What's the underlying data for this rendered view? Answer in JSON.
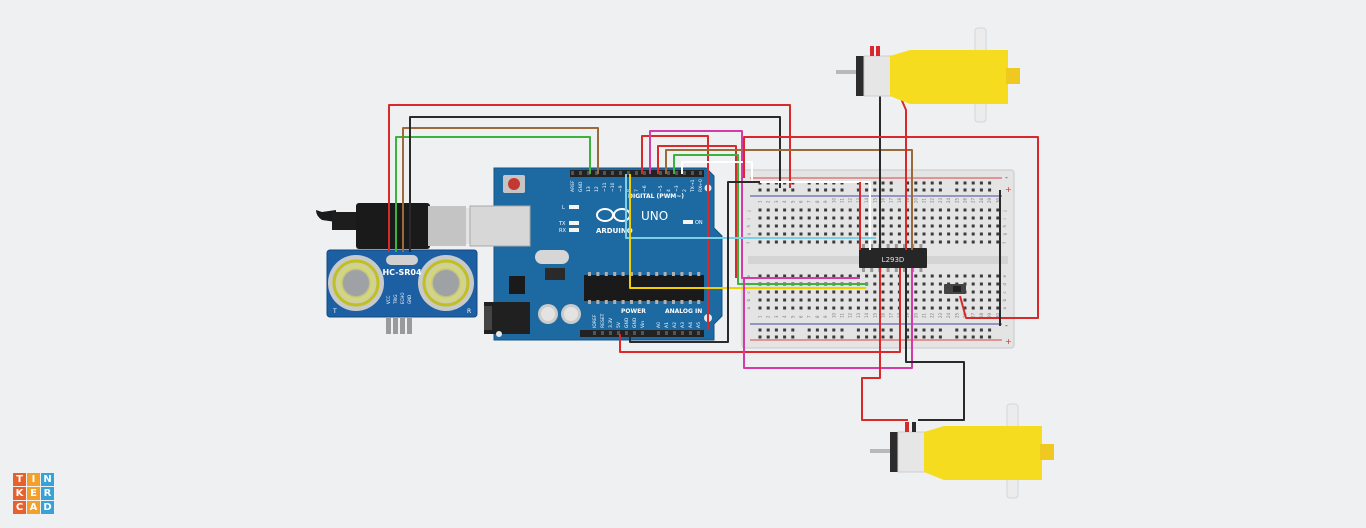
{
  "app": {
    "logo_letters": [
      "T",
      "I",
      "N",
      "K",
      "E",
      "R",
      "C",
      "A",
      "D"
    ],
    "logo_colors": [
      "#e8612c",
      "#f2a029",
      "#37a2d6",
      "#e8612c",
      "#f2a029",
      "#37a2d6",
      "#e8612c",
      "#f2a029",
      "#37a2d6"
    ]
  },
  "sensor": {
    "label": "HC-SR04",
    "pins": [
      "VCC",
      "TRIG",
      "ECHO",
      "GND"
    ],
    "left_mark": "T",
    "right_mark": "R"
  },
  "arduino": {
    "brand": "ARDUINO",
    "model": "UNO",
    "digital_label": "DIGITAL (PWM~)",
    "power_label": "POWER",
    "analog_label": "ANALOG IN",
    "on_label": "ON",
    "l_label": "L",
    "tx_label": "TX",
    "rx_label": "RX",
    "top_pins": [
      "AREF",
      "GND",
      "13",
      "12",
      "~11",
      "~10",
      "~9",
      "8",
      "7",
      "~6",
      "~5",
      "4",
      "~3",
      "2",
      "TX→1",
      "RX←0"
    ],
    "power_pins": [
      "IOREF",
      "RESET",
      "3.3V",
      "5V",
      "GND",
      "GND",
      "Vin"
    ],
    "analog_pins": [
      "A0",
      "A1",
      "A2",
      "A3",
      "A4",
      "A5"
    ]
  },
  "breadboard": {
    "chip_label": "L293D",
    "top_row_letters": [
      "j",
      "i",
      "h",
      "g",
      "f"
    ],
    "bottom_row_letters": [
      "e",
      "d",
      "c",
      "b",
      "a"
    ],
    "column_numbers": [
      "1",
      "2",
      "3",
      "4",
      "5",
      "6",
      "7",
      "8",
      "9",
      "10",
      "11",
      "12",
      "13",
      "14",
      "15",
      "16",
      "17",
      "18",
      "19",
      "20",
      "21",
      "22",
      "23",
      "24",
      "25",
      "26",
      "27",
      "28",
      "29",
      "30"
    ],
    "plus_sign": "+",
    "minus_sign": "-"
  },
  "colors": {
    "board_blue": "#1d6aa3",
    "wire_red": "#d9292b",
    "wire_black": "#2a2a2a",
    "wire_green": "#3cb43c",
    "wire_brown": "#9a6a3a",
    "wire_magenta": "#d43aa8",
    "wire_yellow": "#f0d000",
    "wire_cyan": "#7ad0e6",
    "motor_yellow": "#f5dc1e"
  }
}
